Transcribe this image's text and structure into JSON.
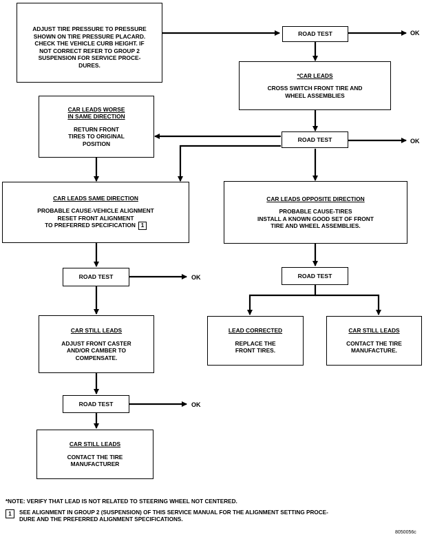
{
  "boxes": {
    "adjust_pressure": [
      "ADJUST TIRE PRESSURE TO PRESSURE",
      "SHOWN ON TIRE PRESSURE PLACARD.",
      "CHECK THE VEHICLE CURB HEIGHT. IF",
      "NOT CORRECT REFER TO GROUP 2",
      "SUSPENSION FOR SERVICE PROCE-",
      "DURES."
    ],
    "road_test_label": "ROAD TEST",
    "car_leads": {
      "title": "*CAR LEADS",
      "lines": [
        "CROSS SWITCH FRONT TIRE AND",
        "WHEEL ASSEMBLIES"
      ]
    },
    "leads_worse": {
      "title_lines": [
        "CAR LEADS WORSE",
        "IN SAME DIRECTION"
      ],
      "lines": [
        "RETURN FRONT",
        "TIRES TO ORIGINAL",
        "POSITION"
      ]
    },
    "same_direction": {
      "title": "CAR LEADS SAME DIRECTION",
      "lines": [
        "PROBABLE CAUSE-VEHICLE ALIGNMENT",
        "RESET FRONT ALIGNMENT",
        "TO PREFERRED SPECIFICATION"
      ],
      "ref": "1"
    },
    "opposite_direction": {
      "title": "CAR LEADS OPPOSITE DIRECTION",
      "lines": [
        "PROBABLE CAUSE-TIRES",
        "INSTALL A KNOWN GOOD SET OF FRONT",
        "TIRE AND WHEEL ASSEMBLIES."
      ]
    },
    "still_leads_caster": {
      "title": "CAR STILL LEADS",
      "lines": [
        "ADJUST FRONT CASTER",
        "AND/OR CAMBER TO",
        "COMPENSATE."
      ]
    },
    "still_leads_final": {
      "title": "CAR STILL LEADS",
      "lines": [
        "CONTACT THE TIRE",
        "MANUFACTURER"
      ]
    },
    "lead_corrected": {
      "title": "LEAD CORRECTED",
      "lines": [
        "REPLACE THE",
        "FRONT TIRES."
      ]
    },
    "still_leads_right": {
      "title": "CAR STILL LEADS",
      "lines": [
        "CONTACT THE TIRE",
        "MANUFACTURE."
      ]
    }
  },
  "ok_label": "OK",
  "notes": {
    "note1": "*NOTE: VERIFY THAT LEAD IS NOT RELATED TO STEERING WHEEL NOT CENTERED.",
    "note2_ref": "1",
    "note2_lines": [
      "SEE ALIGNMENT IN GROUP 2 (SUSPENSION) OF THIS SERVICE MANUAL FOR THE ALIGNMENT SETTING PROCE-",
      "DURE AND THE PREFERRED ALIGNMENT SPECIFICATIONS."
    ]
  },
  "figure_id": "8050056c"
}
